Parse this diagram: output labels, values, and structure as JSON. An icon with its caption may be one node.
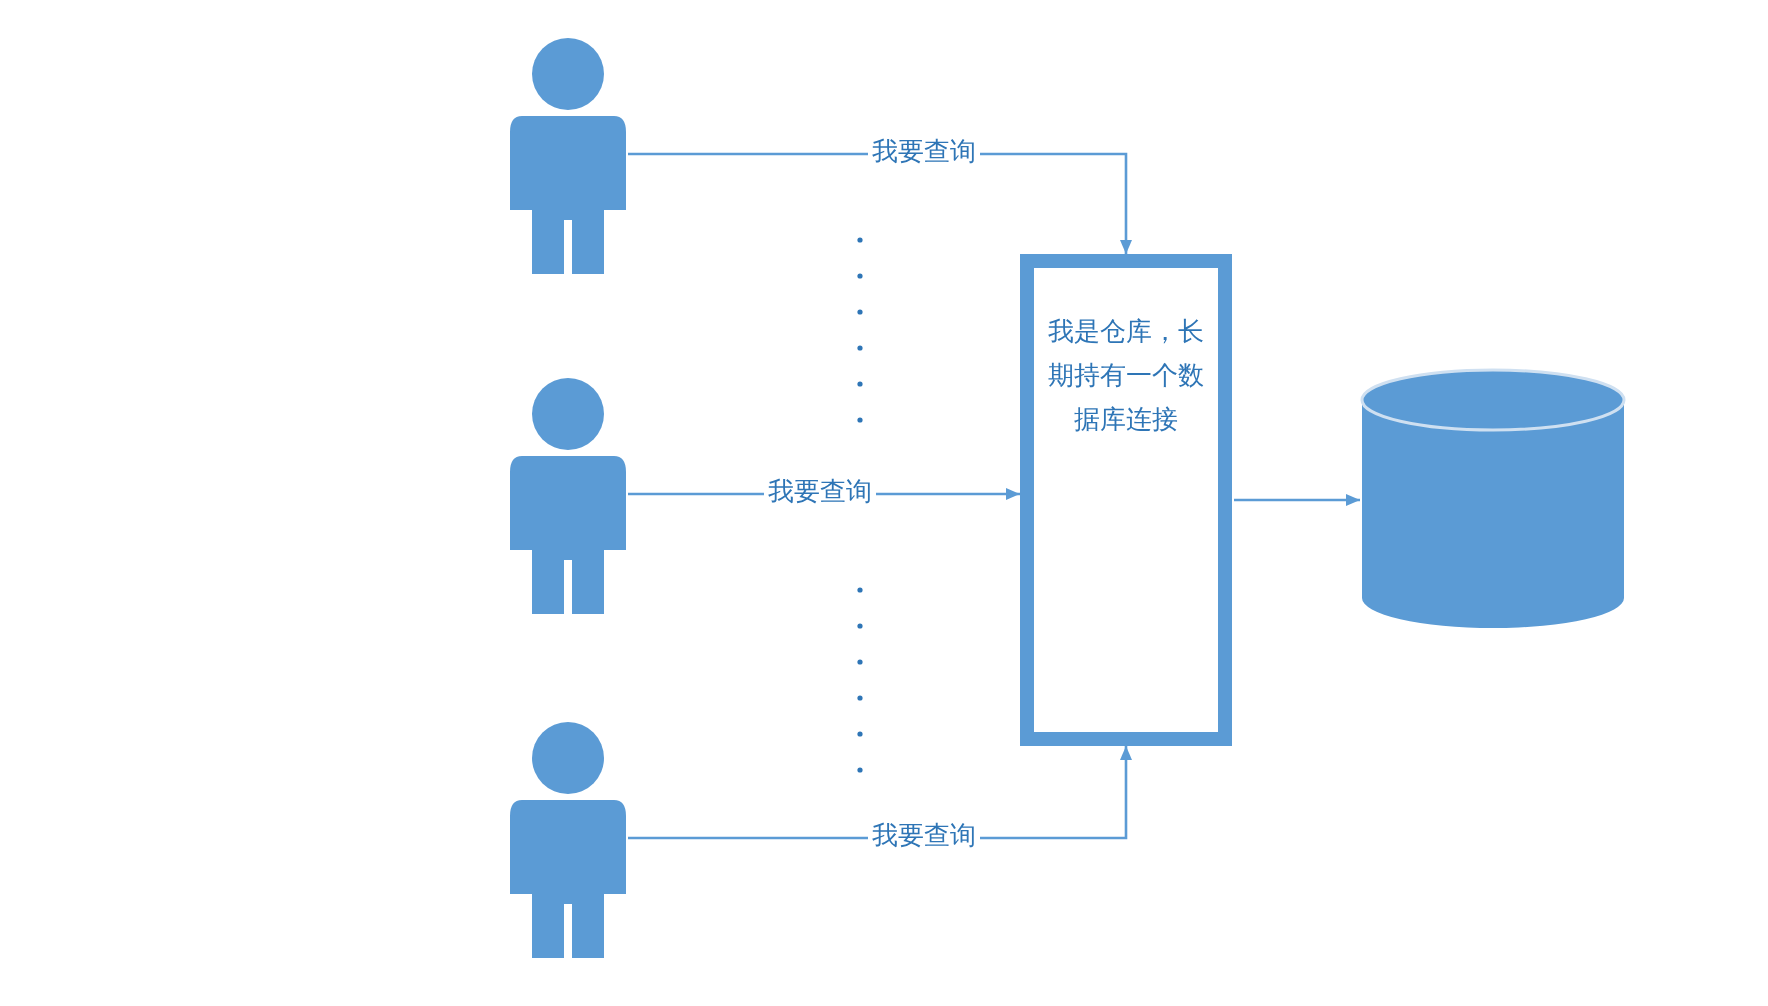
{
  "diagram": {
    "nodes": [
      {
        "text": [],
        "shape": "person"
      },
      {
        "text": [],
        "shape": "person"
      },
      {
        "text": [],
        "shape": "person"
      },
      {
        "text": [
          "我是仓库，长期持有一个数据库连接"
        ]
      },
      {
        "text": [],
        "shape": "cylinder"
      }
    ],
    "edges": [
      {
        "from": 0,
        "to": 3,
        "arrow": "to",
        "label": "我要查询"
      },
      {
        "from": 1,
        "to": 3,
        "arrow": "to",
        "label": "我要查询"
      },
      {
        "from": 2,
        "to": 3,
        "arrow": "to",
        "label": "我要查询"
      },
      {
        "from": 3,
        "to": 4,
        "arrow": "to"
      }
    ]
  }
}
